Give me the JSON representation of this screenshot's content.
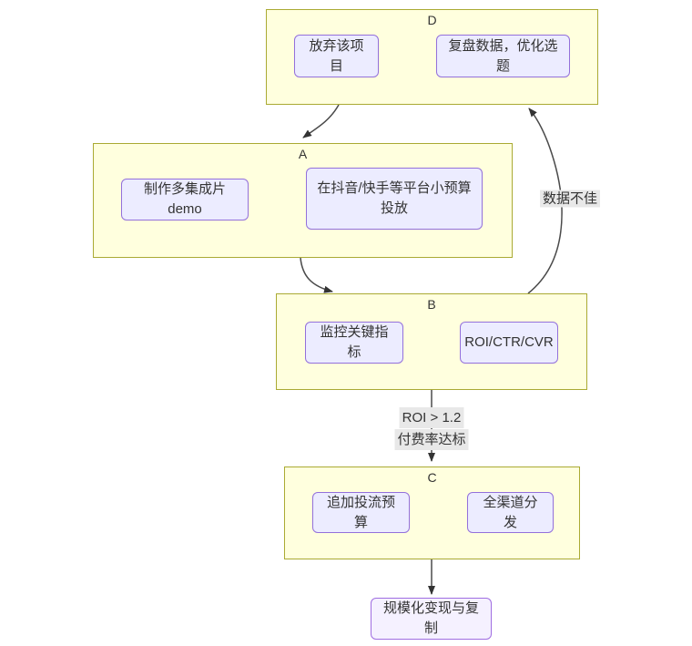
{
  "diagram": {
    "type": "flowchart",
    "direction": "top-down",
    "colors": {
      "subgraph_fill": "#ffffde",
      "subgraph_border": "#aaaa33",
      "node_fill": "#ececff",
      "node_border": "#9370db",
      "final_node_fill": "#f5f1ff",
      "final_node_border": "#a06ee1",
      "edge": "#4a4a4a",
      "edge_label_bg": "#e8e8e8",
      "text": "#333333"
    },
    "subgraphs": [
      {
        "id": "D",
        "label": "D"
      },
      {
        "id": "A",
        "label": "A"
      },
      {
        "id": "B",
        "label": "B"
      },
      {
        "id": "C",
        "label": "C"
      }
    ],
    "nodes": [
      {
        "id": "give-up-project",
        "subgraph": "D",
        "label": "放弃该项目"
      },
      {
        "id": "review-data",
        "subgraph": "D",
        "label": "复盘数据，优化选题"
      },
      {
        "id": "make-demo",
        "subgraph": "A",
        "label": "制作多集成片demo"
      },
      {
        "id": "small-budget-ads",
        "subgraph": "A",
        "label": "在抖音/快手等平台小预算投放"
      },
      {
        "id": "monitor-metrics",
        "subgraph": "B",
        "label": "监控关键指标"
      },
      {
        "id": "roi-ctr-cvr",
        "subgraph": "B",
        "label": "ROI/CTR/CVR"
      },
      {
        "id": "add-ad-budget",
        "subgraph": "C",
        "label": "追加投流预算"
      },
      {
        "id": "omni-distribute",
        "subgraph": "C",
        "label": "全渠道分发"
      },
      {
        "id": "scale-monetize",
        "subgraph": null,
        "label": "规模化变现与复制"
      }
    ],
    "edges": [
      {
        "from": "give-up-project",
        "to": "review-data",
        "label": ""
      },
      {
        "from": "D",
        "to": "A",
        "label": ""
      },
      {
        "from": "make-demo",
        "to": "small-budget-ads",
        "label": ""
      },
      {
        "from": "A",
        "to": "B",
        "label": ""
      },
      {
        "from": "monitor-metrics",
        "to": "roi-ctr-cvr",
        "label": ""
      },
      {
        "from": "B",
        "to": "D",
        "label": "数据不佳"
      },
      {
        "from": "B",
        "to": "C",
        "label_line1": "ROI > 1.2",
        "label_line2": "付费率达标"
      },
      {
        "from": "add-ad-budget",
        "to": "omni-distribute",
        "label": ""
      },
      {
        "from": "C",
        "to": "scale-monetize",
        "label": ""
      }
    ]
  }
}
